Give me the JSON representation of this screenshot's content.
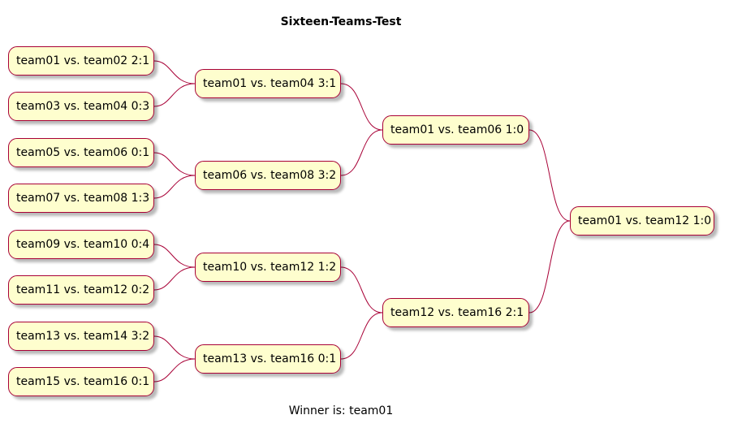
{
  "diagram": {
    "title": "Sixteen-Teams-Test",
    "footer": "Winner is: team01",
    "colors": {
      "node_fill": "#FEFECE",
      "node_border": "#A80036",
      "connector": "#A80036"
    },
    "round1": [
      "team01 vs. team02 2:1",
      "team03 vs. team04 0:3",
      "team05 vs. team06 0:1",
      "team07 vs. team08 1:3",
      "team09 vs. team10 0:4",
      "team11 vs. team12 0:2",
      "team13 vs. team14 3:2",
      "team15 vs. team16 0:1"
    ],
    "quarterfinals": [
      "team01 vs. team04 3:1",
      "team06 vs. team08 3:2",
      "team10 vs. team12 1:2",
      "team13 vs. team16 0:1"
    ],
    "semifinals": [
      "team01 vs. team06 1:0",
      "team12 vs. team16 2:1"
    ],
    "final": "team01 vs. team12 1:0"
  }
}
